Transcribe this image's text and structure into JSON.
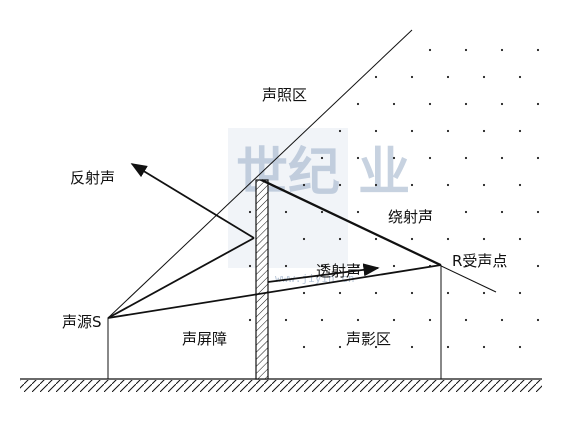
{
  "diagram": {
    "labels": {
      "illuminated_zone": "声照区",
      "reflected_sound": "反射声",
      "diffracted_sound": "绕射声",
      "receiver": "R受声点",
      "transmitted_sound": "透射声",
      "source": "声源S",
      "barrier": "声屏障",
      "shadow_zone": "声影区"
    },
    "watermark": {
      "mark": "世纪 业",
      "url": "www.jiyin.cn"
    }
  }
}
